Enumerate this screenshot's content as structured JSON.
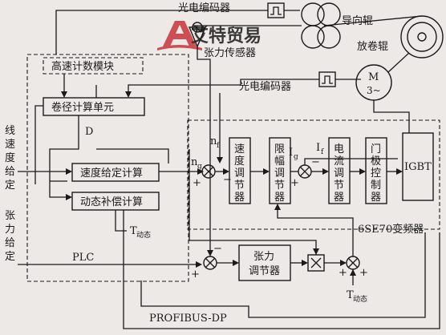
{
  "labels": {
    "encoder_top": "光电编码器",
    "guide_roller": "导向辊",
    "unwind_roller": "放卷辊",
    "tension_sensor": "张力传感器",
    "encoder_motor": "光电编码器",
    "motor_m": "M",
    "motor_phase": "3~",
    "counter_module": "高速计数模块",
    "diameter_unit": "卷径计算单元",
    "d_label": "D",
    "line_speed_given": [
      "线",
      "速",
      "度",
      "给",
      "定"
    ],
    "tension_given": [
      "张",
      "力",
      "给",
      "定"
    ],
    "speed_calc": "速度给定计算",
    "dynamic_comp": "动态补偿计算",
    "t_dyn_left": "T",
    "t_dyn_left_sub": "动态",
    "nf": "n",
    "nf_sub": "f",
    "ng": "n",
    "ng_sub": "g",
    "speed_reg": [
      "速",
      "度",
      "调",
      "节",
      "器"
    ],
    "limit_reg": [
      "限",
      "幅",
      "调",
      "节",
      "器"
    ],
    "ig": "I",
    "ig_sub": "g",
    "if": "I",
    "if_sub": "f",
    "current_reg": [
      "电",
      "流",
      "调",
      "节",
      "器"
    ],
    "gate_ctrl": [
      "门",
      "极",
      "控",
      "制",
      "器"
    ],
    "igbt": "IGBT",
    "inverter": "6SE70变频器",
    "plc": "PLC",
    "tension_reg_1": "张力",
    "tension_reg_2": "调节器",
    "t_dyn_right": "T",
    "t_dyn_right_sub": "动态",
    "profibus": "PROFIBUS-DP",
    "plus": "+",
    "minus": "−",
    "watermark": "艾特贸易"
  },
  "colors": {
    "ink": "#1a1a1a",
    "paper": "#ece9e6",
    "watermark": "#c8353a"
  },
  "icons": [
    "pulse-signal-icon",
    "summing-junction-icon",
    "multiplier-icon",
    "motor-icon",
    "sensor-triangle-icon",
    "roller-icon",
    "watermark-logo-icon"
  ]
}
